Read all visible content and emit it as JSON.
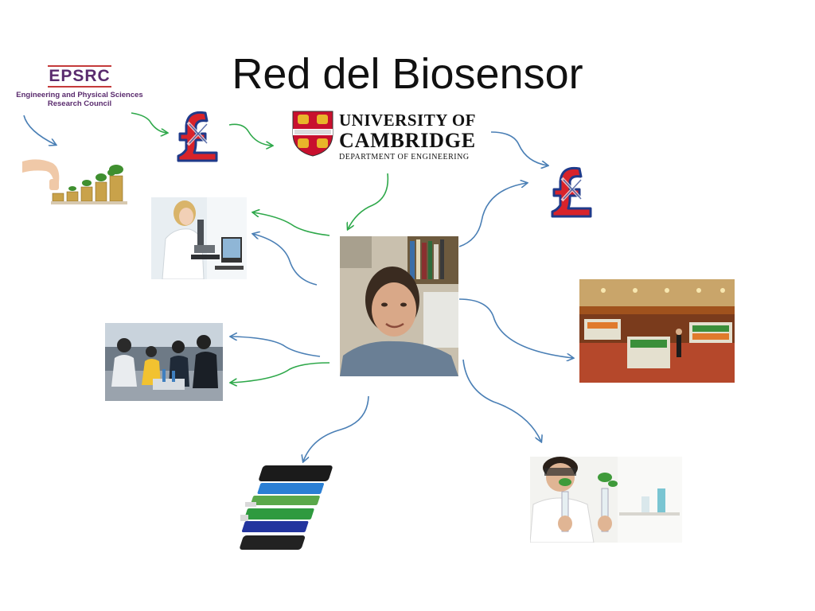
{
  "slide": {
    "title": "Red del Biosensor"
  },
  "logos": {
    "epsrc": {
      "name": "EPSRC",
      "line1": "Engineering and Physical Sciences",
      "line2": "Research Council"
    },
    "cambridge": {
      "line1": "UNIVERSITY OF",
      "line2": "CAMBRIDGE",
      "line3": "DEPARTMENT OF ENGINEERING"
    }
  },
  "icons": [
    "pound-flag-icon",
    "coin-growth-icon"
  ],
  "colors": {
    "green_arrow": "#2ea84a",
    "blue_arrow": "#4a7fb5",
    "pound_red": "#d8232a",
    "pound_blue": "#1f3a8a"
  }
}
